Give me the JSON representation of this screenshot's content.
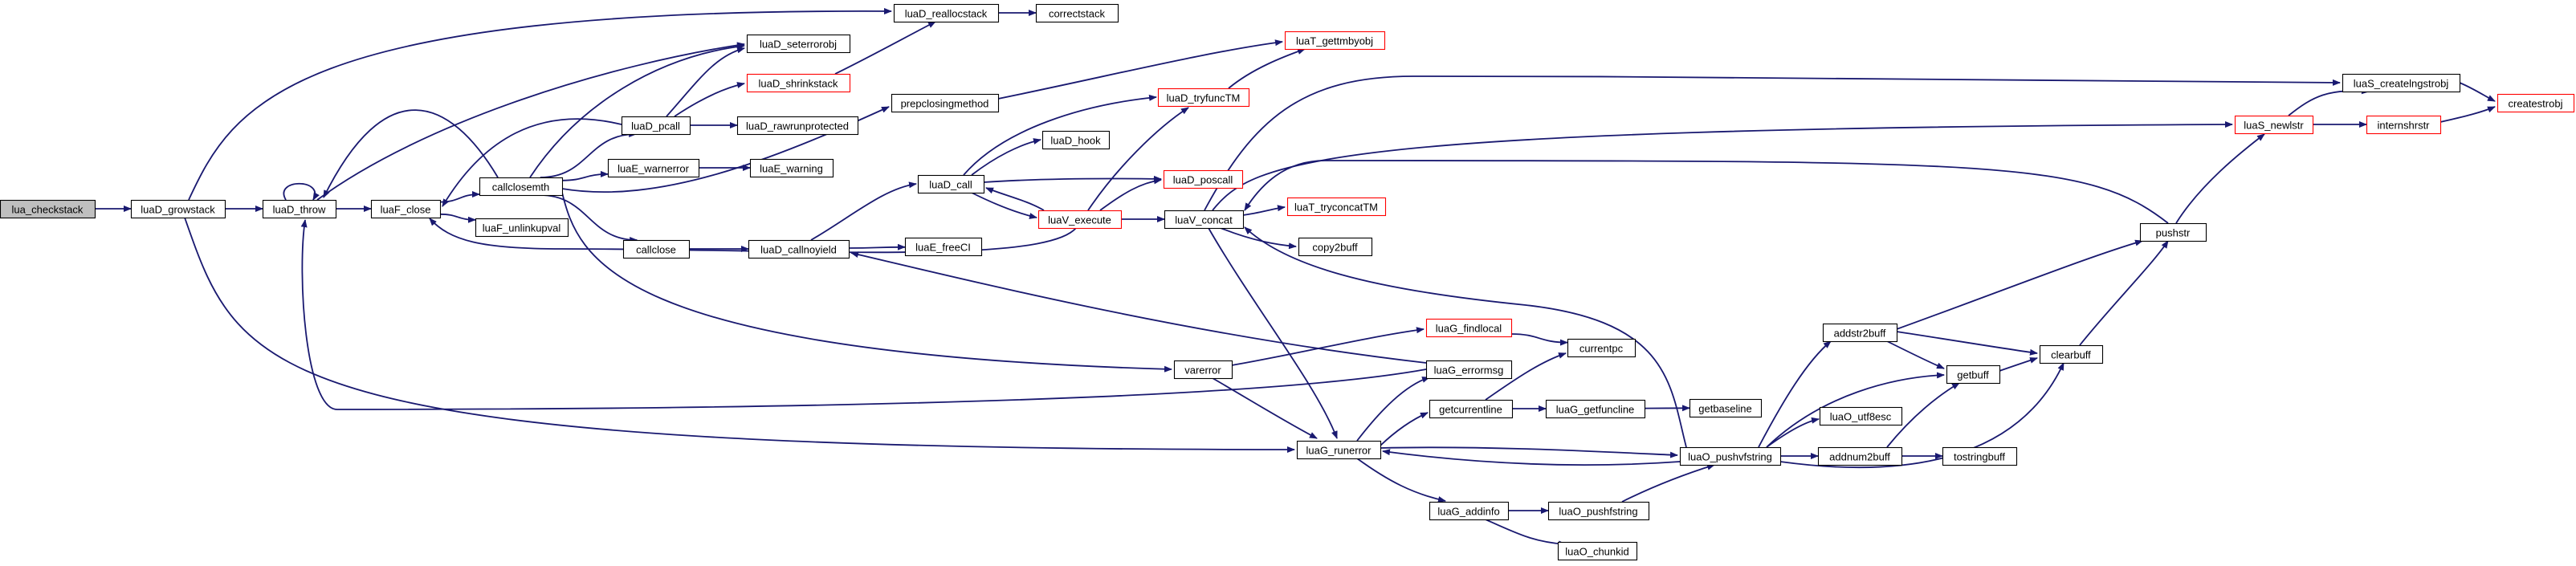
{
  "colors": {
    "edge": "#191970",
    "node_border": "#000000",
    "node_fill": "#ffffff",
    "highlight_border": "#ff0000",
    "root_fill": "#bfbfbf",
    "root_border": "#000000"
  },
  "nodes": [
    {
      "id": "lua_checkstack",
      "label": "lua_checkstack",
      "style": "root"
    },
    {
      "id": "luaD_growstack",
      "label": "luaD_growstack",
      "style": "normal"
    },
    {
      "id": "luaD_throw",
      "label": "luaD_throw",
      "style": "normal"
    },
    {
      "id": "luaD_reallocstack",
      "label": "luaD_reallocstack",
      "style": "normal"
    },
    {
      "id": "correctstack",
      "label": "correctstack",
      "style": "normal"
    },
    {
      "id": "luaD_seterrorobj",
      "label": "luaD_seterrorobj",
      "style": "normal"
    },
    {
      "id": "luaD_shrinkstack",
      "label": "luaD_shrinkstack",
      "style": "red"
    },
    {
      "id": "luaF_close",
      "label": "luaF_close",
      "style": "normal"
    },
    {
      "id": "callclosemth",
      "label": "callclosemth",
      "style": "normal"
    },
    {
      "id": "luaD_pcall",
      "label": "luaD_pcall",
      "style": "normal"
    },
    {
      "id": "luaD_rawrunprotected",
      "label": "luaD_rawrunprotected",
      "style": "normal"
    },
    {
      "id": "luaE_warnerror",
      "label": "luaE_warnerror",
      "style": "normal"
    },
    {
      "id": "luaE_warning",
      "label": "luaE_warning",
      "style": "normal"
    },
    {
      "id": "luaF_unlinkupval",
      "label": "luaF_unlinkupval",
      "style": "normal"
    },
    {
      "id": "callclose",
      "label": "callclose",
      "style": "normal"
    },
    {
      "id": "luaD_callnoyield",
      "label": "luaD_callnoyield",
      "style": "normal"
    },
    {
      "id": "luaE_freeCI",
      "label": "luaE_freeCI",
      "style": "normal"
    },
    {
      "id": "prepclosingmethod",
      "label": "prepclosingmethod",
      "style": "normal"
    },
    {
      "id": "luaD_call",
      "label": "luaD_call",
      "style": "normal"
    },
    {
      "id": "luaD_hook",
      "label": "luaD_hook",
      "style": "normal"
    },
    {
      "id": "luaT_gettmbyobj",
      "label": "luaT_gettmbyobj",
      "style": "red"
    },
    {
      "id": "luaD_tryfuncTM",
      "label": "luaD_tryfuncTM",
      "style": "red"
    },
    {
      "id": "luaD_poscall",
      "label": "luaD_poscall",
      "style": "red"
    },
    {
      "id": "luaV_execute",
      "label": "luaV_execute",
      "style": "red"
    },
    {
      "id": "luaV_concat",
      "label": "luaV_concat",
      "style": "normal"
    },
    {
      "id": "luaT_tryconcatTM",
      "label": "luaT_tryconcatTM",
      "style": "red"
    },
    {
      "id": "copy2buff",
      "label": "copy2buff",
      "style": "normal"
    },
    {
      "id": "luaS_createlngstrobj",
      "label": "luaS_createlngstrobj",
      "style": "normal"
    },
    {
      "id": "createstrobj",
      "label": "createstrobj",
      "style": "red"
    },
    {
      "id": "luaS_newlstr",
      "label": "luaS_newlstr",
      "style": "red"
    },
    {
      "id": "internshrstr",
      "label": "internshrstr",
      "style": "red"
    },
    {
      "id": "pushstr",
      "label": "pushstr",
      "style": "normal"
    },
    {
      "id": "luaG_findlocal",
      "label": "luaG_findlocal",
      "style": "red"
    },
    {
      "id": "currentpc",
      "label": "currentpc",
      "style": "normal"
    },
    {
      "id": "varerror",
      "label": "varerror",
      "style": "normal"
    },
    {
      "id": "luaG_errormsg",
      "label": "luaG_errormsg",
      "style": "normal"
    },
    {
      "id": "getcurrentline",
      "label": "getcurrentline",
      "style": "normal"
    },
    {
      "id": "luaG_getfuncline",
      "label": "luaG_getfuncline",
      "style": "normal"
    },
    {
      "id": "getbaseline",
      "label": "getbaseline",
      "style": "normal"
    },
    {
      "id": "luaG_runerror",
      "label": "luaG_runerror",
      "style": "normal"
    },
    {
      "id": "luaG_addinfo",
      "label": "luaG_addinfo",
      "style": "normal"
    },
    {
      "id": "luaO_pushfstring",
      "label": "luaO_pushfstring",
      "style": "normal"
    },
    {
      "id": "luaO_chunkid",
      "label": "luaO_chunkid",
      "style": "normal"
    },
    {
      "id": "luaO_pushvfstring",
      "label": "luaO_pushvfstring",
      "style": "normal"
    },
    {
      "id": "addstr2buff",
      "label": "addstr2buff",
      "style": "normal"
    },
    {
      "id": "getbuff",
      "label": "getbuff",
      "style": "normal"
    },
    {
      "id": "clearbuff",
      "label": "clearbuff",
      "style": "normal"
    },
    {
      "id": "luaO_utf8esc",
      "label": "luaO_utf8esc",
      "style": "normal"
    },
    {
      "id": "addnum2buff",
      "label": "addnum2buff",
      "style": "normal"
    },
    {
      "id": "tostringbuff",
      "label": "tostringbuff",
      "style": "normal"
    }
  ],
  "edges": [
    [
      "lua_checkstack",
      "luaD_growstack"
    ],
    [
      "luaD_growstack",
      "luaD_throw"
    ],
    [
      "luaD_growstack",
      "luaD_reallocstack"
    ],
    [
      "luaD_growstack",
      "luaG_runerror"
    ],
    [
      "luaD_throw",
      "luaD_throw"
    ],
    [
      "luaD_throw",
      "luaD_seterrorobj"
    ],
    [
      "luaD_throw",
      "luaF_close"
    ],
    [
      "luaD_reallocstack",
      "correctstack"
    ],
    [
      "luaD_shrinkstack",
      "luaD_reallocstack"
    ],
    [
      "luaF_close",
      "callclosemth"
    ],
    [
      "luaF_close",
      "luaF_unlinkupval"
    ],
    [
      "callclosemth",
      "luaD_seterrorobj"
    ],
    [
      "callclosemth",
      "luaD_pcall"
    ],
    [
      "callclosemth",
      "luaE_warnerror"
    ],
    [
      "callclosemth",
      "callclose"
    ],
    [
      "callclosemth",
      "prepclosingmethod"
    ],
    [
      "callclosemth",
      "varerror"
    ],
    [
      "callclosemth",
      "luaD_throw"
    ],
    [
      "luaD_pcall",
      "luaD_seterrorobj"
    ],
    [
      "luaD_pcall",
      "luaD_shrinkstack"
    ],
    [
      "luaD_pcall",
      "luaD_rawrunprotected"
    ],
    [
      "luaD_pcall",
      "luaF_close"
    ],
    [
      "luaE_warnerror",
      "luaE_warning"
    ],
    [
      "callclose",
      "luaD_callnoyield"
    ],
    [
      "luaD_callnoyield",
      "luaD_call"
    ],
    [
      "luaD_callnoyield",
      "luaE_freeCI"
    ],
    [
      "prepclosingmethod",
      "luaT_gettmbyobj"
    ],
    [
      "luaD_call",
      "luaD_hook"
    ],
    [
      "luaD_call",
      "luaD_tryfuncTM"
    ],
    [
      "luaD_call",
      "luaD_poscall"
    ],
    [
      "luaD_call",
      "luaV_execute"
    ],
    [
      "luaD_tryfuncTM",
      "luaT_gettmbyobj"
    ],
    [
      "luaV_execute",
      "luaD_call"
    ],
    [
      "luaV_execute",
      "luaD_poscall"
    ],
    [
      "luaV_execute",
      "luaD_tryfuncTM"
    ],
    [
      "luaV_execute",
      "luaV_concat"
    ],
    [
      "luaV_execute",
      "luaF_close"
    ],
    [
      "luaV_concat",
      "luaT_tryconcatTM"
    ],
    [
      "luaV_concat",
      "copy2buff"
    ],
    [
      "luaV_concat",
      "luaS_createlngstrobj"
    ],
    [
      "luaV_concat",
      "luaS_newlstr"
    ],
    [
      "luaV_concat",
      "luaG_runerror"
    ],
    [
      "luaS_createlngstrobj",
      "createstrobj"
    ],
    [
      "luaS_newlstr",
      "luaS_createlngstrobj"
    ],
    [
      "luaS_newlstr",
      "internshrstr"
    ],
    [
      "internshrstr",
      "createstrobj"
    ],
    [
      "pushstr",
      "luaS_newlstr"
    ],
    [
      "pushstr",
      "luaV_concat"
    ],
    [
      "luaG_findlocal",
      "currentpc"
    ],
    [
      "varerror",
      "luaG_findlocal"
    ],
    [
      "varerror",
      "luaG_runerror"
    ],
    [
      "luaG_errormsg",
      "luaD_callnoyield"
    ],
    [
      "luaG_errormsg",
      "luaD_throw"
    ],
    [
      "getcurrentline",
      "currentpc"
    ],
    [
      "getcurrentline",
      "luaG_getfuncline"
    ],
    [
      "luaG_getfuncline",
      "getbaseline"
    ],
    [
      "luaG_runerror",
      "luaG_errormsg"
    ],
    [
      "luaG_runerror",
      "getcurrentline"
    ],
    [
      "luaG_runerror",
      "luaG_addinfo"
    ],
    [
      "luaG_runerror",
      "luaO_pushvfstring"
    ],
    [
      "luaG_addinfo",
      "luaO_pushfstring"
    ],
    [
      "luaG_addinfo",
      "luaO_chunkid"
    ],
    [
      "luaO_pushfstring",
      "luaO_pushvfstring"
    ],
    [
      "luaO_pushvfstring",
      "addstr2buff"
    ],
    [
      "luaO_pushvfstring",
      "getbuff"
    ],
    [
      "luaO_pushvfstring",
      "luaO_utf8esc"
    ],
    [
      "luaO_pushvfstring",
      "addnum2buff"
    ],
    [
      "luaO_pushvfstring",
      "clearbuff"
    ],
    [
      "luaO_pushvfstring",
      "luaG_runerror"
    ],
    [
      "luaO_pushvfstring",
      "luaV_concat"
    ],
    [
      "addstr2buff",
      "pushstr"
    ],
    [
      "addstr2buff",
      "getbuff"
    ],
    [
      "addstr2buff",
      "clearbuff"
    ],
    [
      "getbuff",
      "clearbuff"
    ],
    [
      "addnum2buff",
      "getbuff"
    ],
    [
      "addnum2buff",
      "tostringbuff"
    ],
    [
      "clearbuff",
      "pushstr"
    ]
  ]
}
